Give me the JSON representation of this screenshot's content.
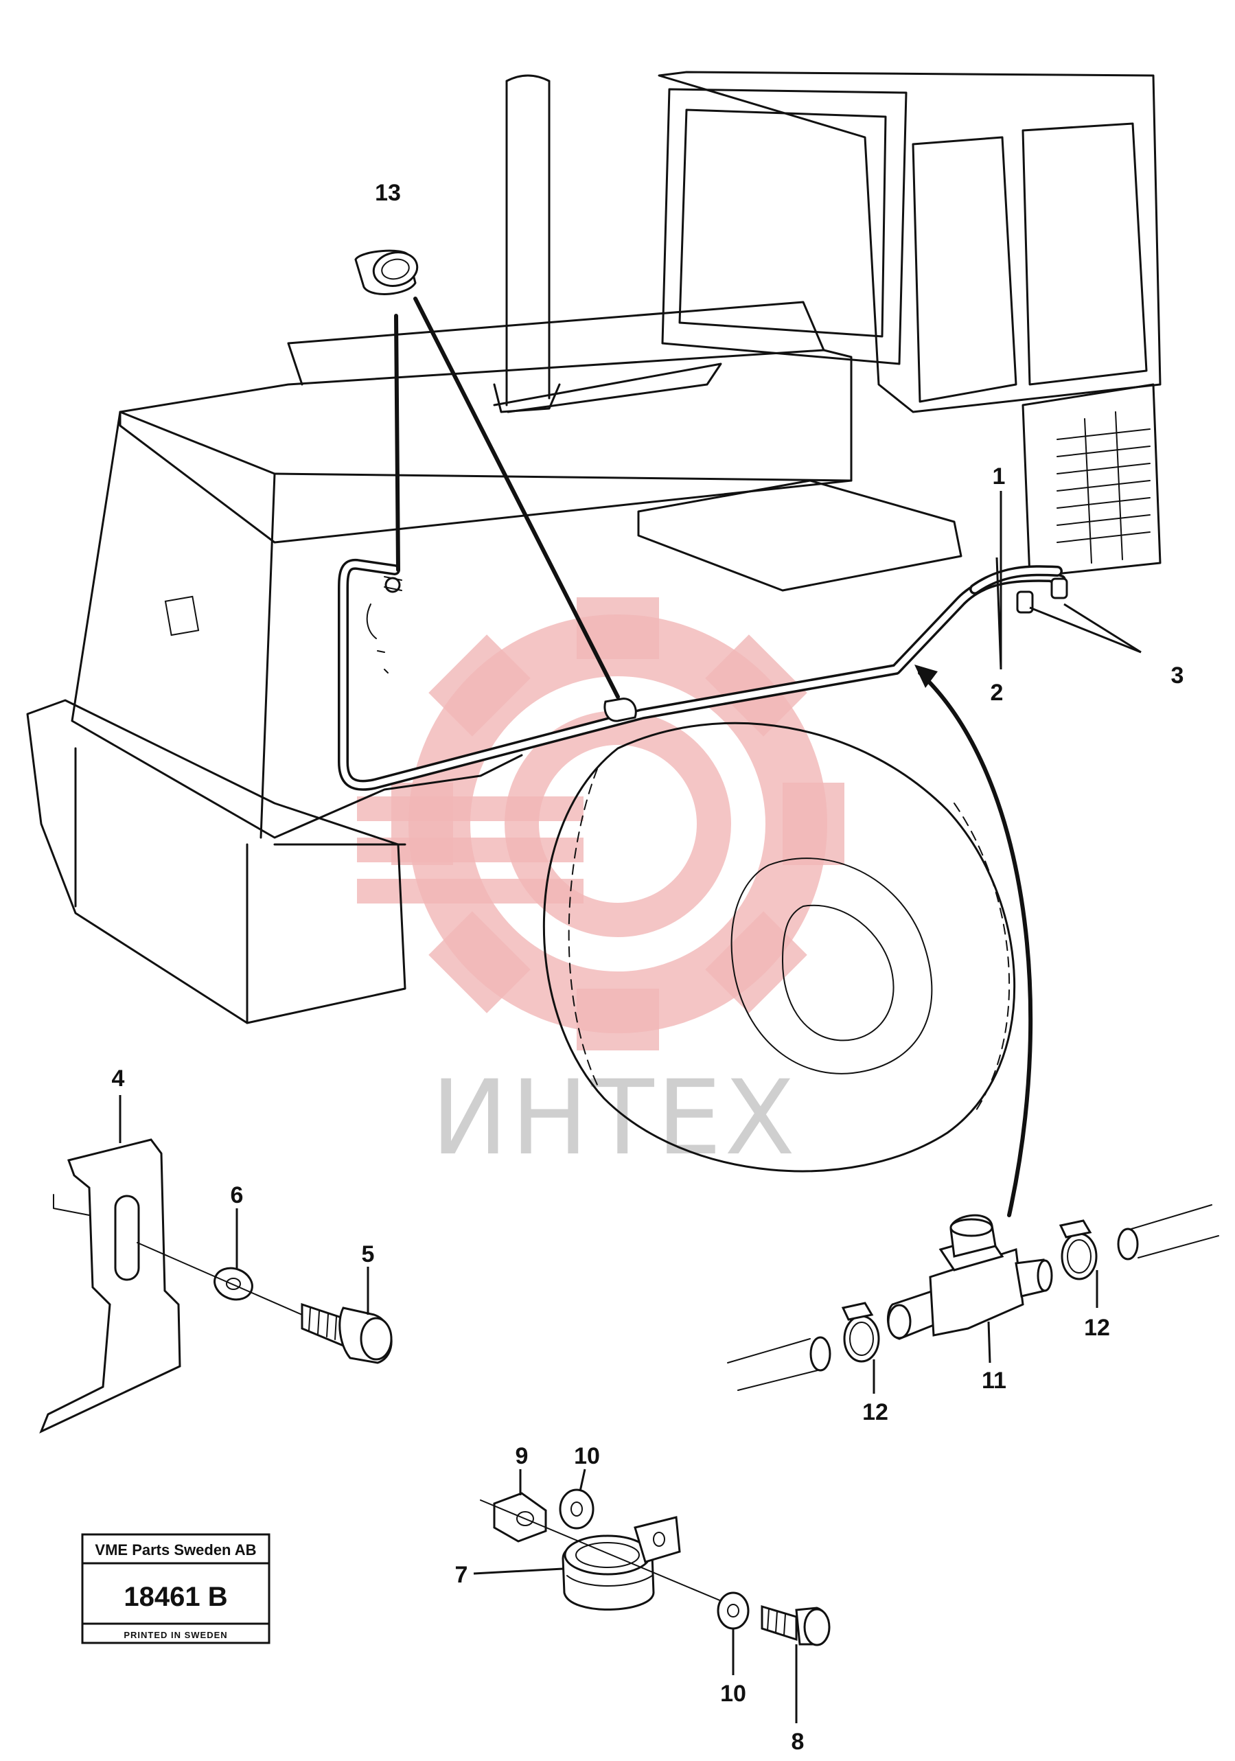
{
  "watermark": {
    "text": "ИНТЕХ",
    "color": "#f1b7b7"
  },
  "callouts": [
    {
      "id": "13",
      "label": "13"
    },
    {
      "id": "1",
      "label": "1"
    },
    {
      "id": "2",
      "label": "2"
    },
    {
      "id": "3",
      "label": "3"
    },
    {
      "id": "4",
      "label": "4"
    },
    {
      "id": "5",
      "label": "5"
    },
    {
      "id": "6",
      "label": "6"
    },
    {
      "id": "7",
      "label": "7"
    },
    {
      "id": "8",
      "label": "8"
    },
    {
      "id": "9",
      "label": "9"
    },
    {
      "id": "10a",
      "label": "10"
    },
    {
      "id": "10b",
      "label": "10"
    },
    {
      "id": "11",
      "label": "11"
    },
    {
      "id": "12a",
      "label": "12"
    },
    {
      "id": "12b",
      "label": "12"
    }
  ],
  "stamp": {
    "company": "VME Parts Sweden AB",
    "number": "18461 B",
    "printed": "PRINTED IN SWEDEN"
  }
}
